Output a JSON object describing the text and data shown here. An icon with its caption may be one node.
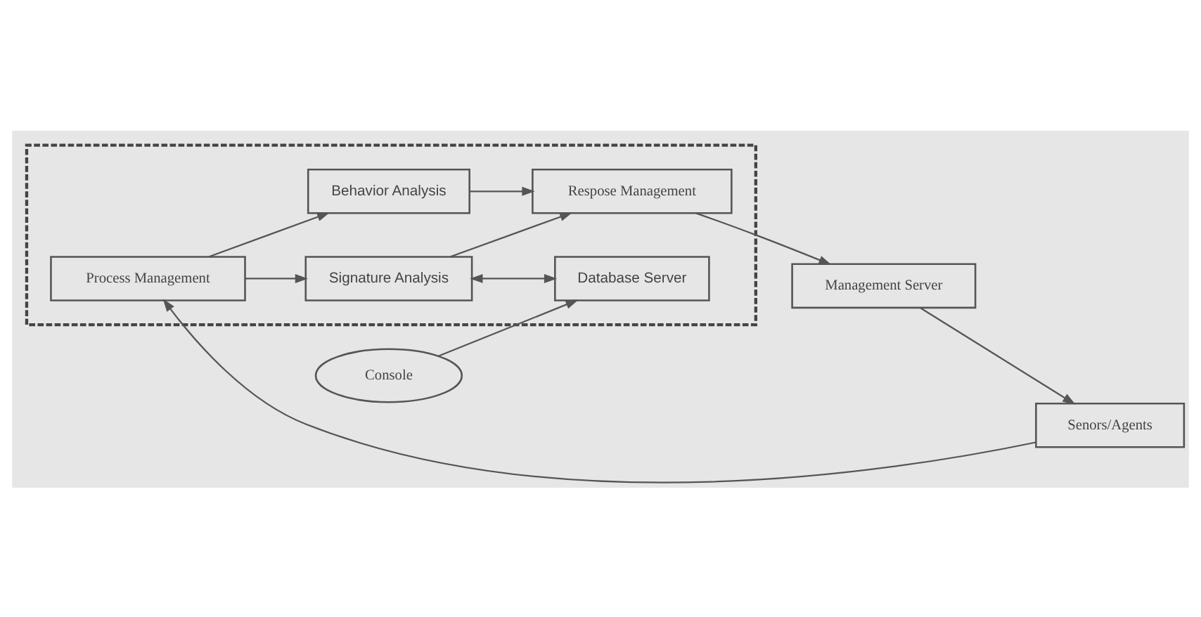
{
  "diagram": {
    "nodes": [
      {
        "text": [],
        "shape": "box"
      },
      {
        "text": [
          "Senors/Agents"
        ]
      },
      {
        "text": [
          "Process Management"
        ],
        "in": 0
      },
      {
        "text": [
          "Behavior Analysis"
        ],
        "in": 0
      },
      {
        "text": [
          "Signature Analysis"
        ],
        "in": 0
      },
      {
        "text": [
          "Management Server"
        ]
      },
      {
        "text": [
          "Respose Management"
        ],
        "in": 0
      },
      {
        "text": [
          "Database Server"
        ],
        "in": 0
      },
      {
        "text": [
          "Console"
        ]
      }
    ],
    "edges": [
      {
        "from": 1,
        "to": 2,
        "arrow": "to"
      },
      {
        "from": 2,
        "to": 3,
        "arrow": "to"
      },
      {
        "from": 2,
        "to": 4,
        "arrow": "to"
      },
      {
        "from": 3,
        "to": 6,
        "arrow": "to"
      },
      {
        "from": 4,
        "to": 6,
        "arrow": "to"
      },
      {
        "from": 4,
        "to": 7,
        "arrow": "both"
      },
      {
        "from": 6,
        "to": 5,
        "arrow": "to"
      },
      {
        "from": 5,
        "to": 1,
        "arrow": "to"
      },
      {
        "from": 8,
        "to": 7,
        "arrow": "to"
      }
    ]
  }
}
